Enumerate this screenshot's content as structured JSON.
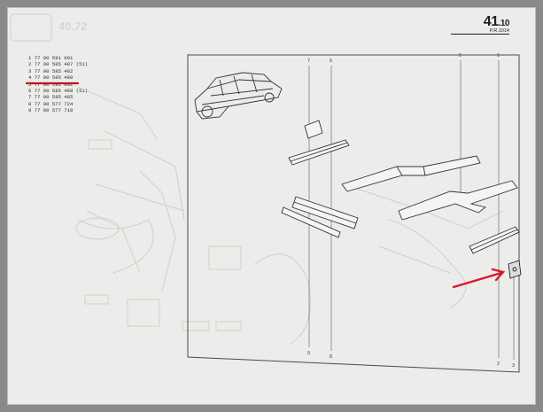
{
  "section": {
    "number": "41",
    "suffix": ".10",
    "ref": "P.R.1014"
  },
  "ghost_page": {
    "number": "40.72"
  },
  "part_list": [
    {
      "index": "1",
      "ref": "77 00 591 091",
      "note": ""
    },
    {
      "index": "2",
      "ref": "77 00 585 487",
      "note": "(51)"
    },
    {
      "index": "3",
      "ref": "77 00 585 482",
      "note": ""
    },
    {
      "index": "4",
      "ref": "77 00 585 480",
      "note": ""
    },
    {
      "index": "5",
      "ref": "77 00 591 092",
      "note": ""
    },
    {
      "index": "6",
      "ref": "77 00 585 488",
      "note": "(51)"
    },
    {
      "index": "7",
      "ref": "77 00 585 485",
      "note": ""
    },
    {
      "index": "8",
      "ref": "77 00 577 724",
      "note": ""
    },
    {
      "index": "9",
      "ref": "77 00 577 718",
      "note": ""
    }
  ],
  "callouts_top": [
    "7",
    "6",
    "5",
    "1"
  ],
  "callouts_bottom": [
    "9",
    "8",
    "2",
    "3"
  ],
  "marks": {
    "underline_color": "#c0141c",
    "arrow_color": "#d8192a"
  }
}
